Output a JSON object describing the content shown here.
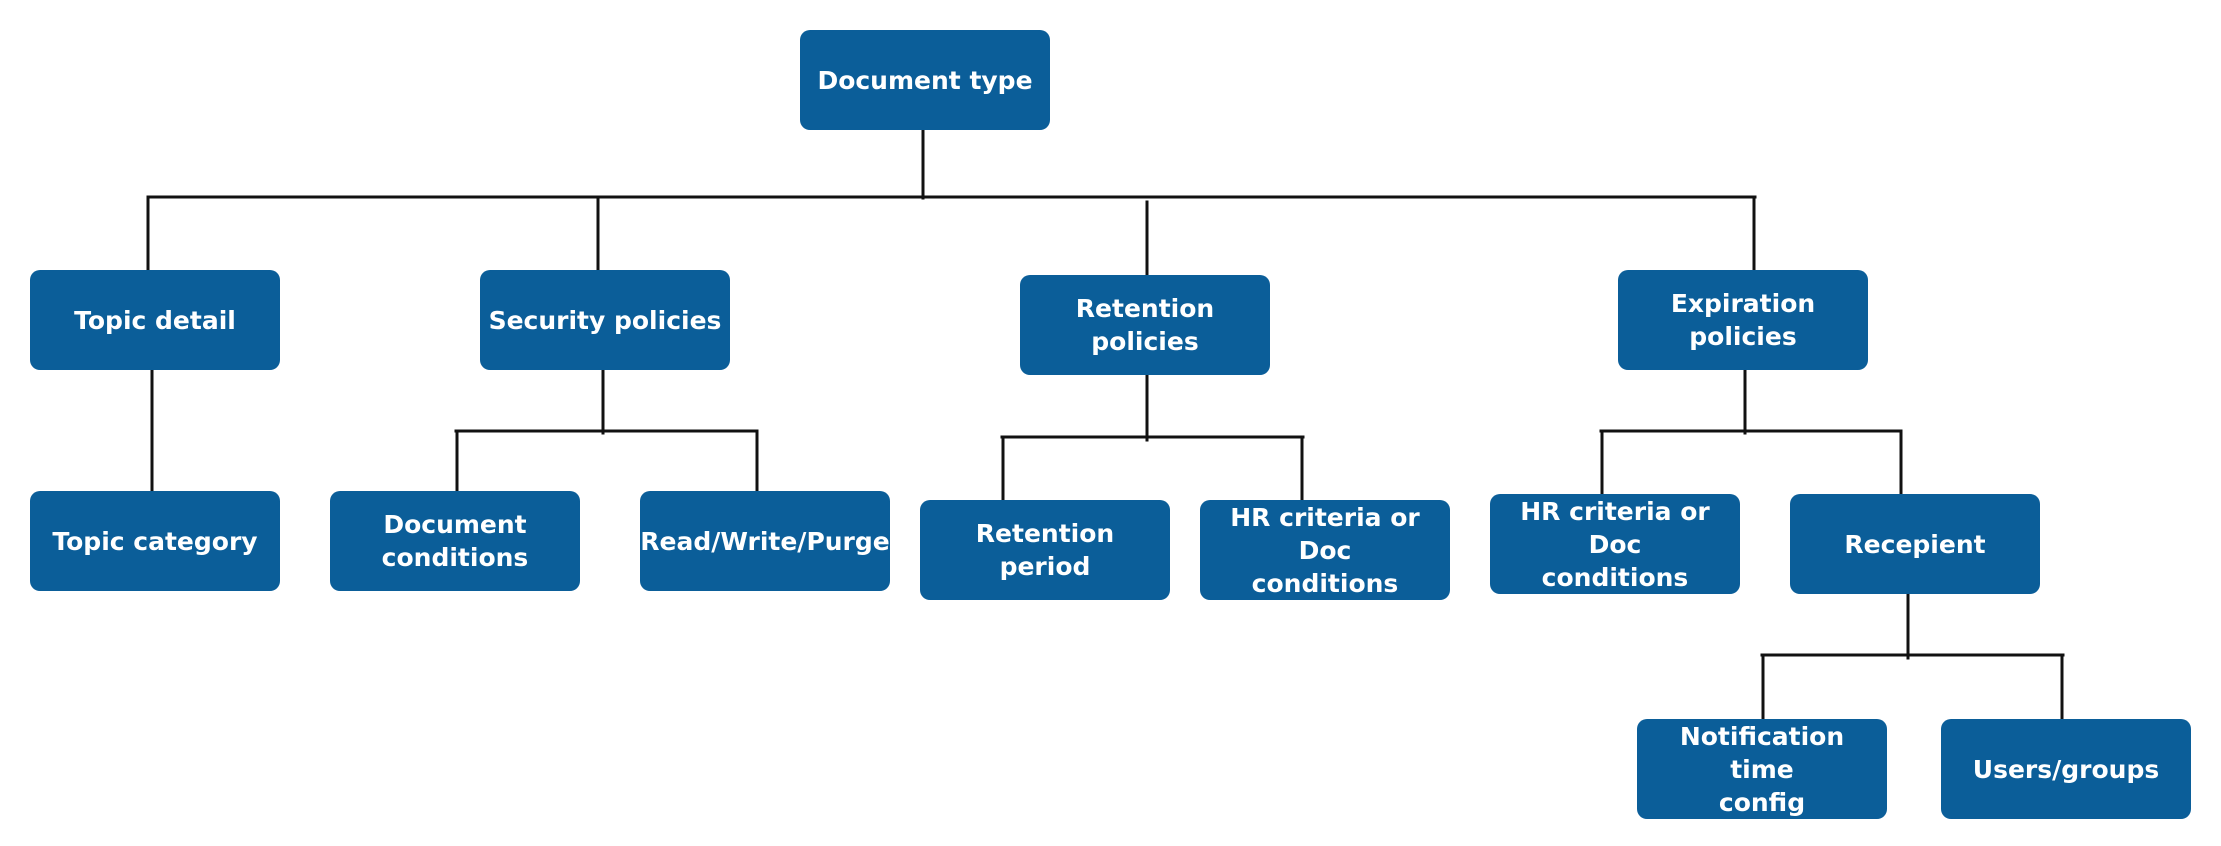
{
  "diagram": {
    "root": "Document type",
    "level1": {
      "topic_detail": "Topic detail",
      "security_policies": "Security policies",
      "retention_policies": "Retention\npolicies",
      "expiration_policies": "Expiration\npolicies"
    },
    "level2": {
      "topic_category": "Topic category",
      "document_conditions": "Document\nconditions",
      "read_write_purge": "Read/Write/Purge",
      "retention_period": "Retention period",
      "retention_hr_criteria": "HR criteria or Doc\nconditions",
      "expiration_hr_criteria": "HR criteria or Doc\nconditions",
      "recepient": "Recepient"
    },
    "level3": {
      "notification_time_config": "Notification time\nconfig",
      "users_groups": "Users/groups"
    }
  },
  "colors": {
    "node_fill": "#0b5e99",
    "node_text": "#ffffff",
    "connector": "#111111"
  }
}
